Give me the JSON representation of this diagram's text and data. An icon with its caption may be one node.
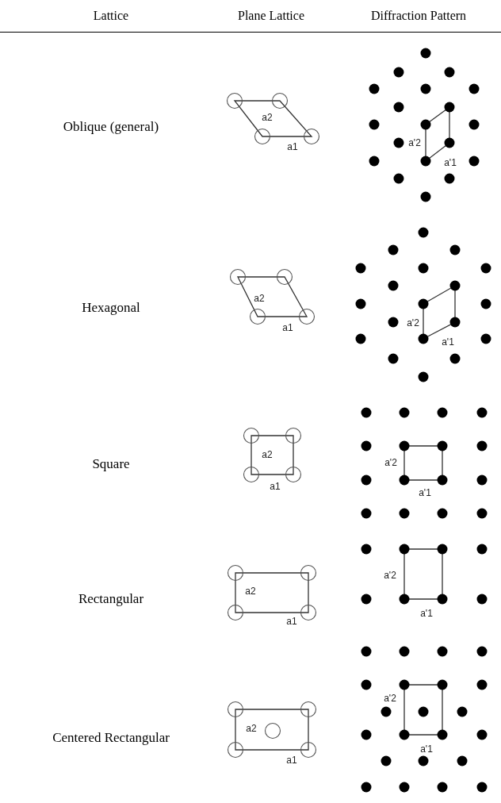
{
  "diagram": {
    "labels": [
      "Lattice",
      "Plane Lattice",
      "Diffraction Pattern",
      "Oblique (general)",
      "a2",
      "a1",
      "a'2",
      "a'1",
      "Hexagonal",
      "a2",
      "a1",
      "a'2",
      "a'1",
      "Square",
      "a2",
      "a1",
      "a'2",
      "a'1",
      "Rectangular",
      "a2",
      "a1",
      "a'2",
      "a'1",
      "Centered Rectangular",
      "a2",
      "a1",
      "a'2",
      "a'1"
    ]
  }
}
